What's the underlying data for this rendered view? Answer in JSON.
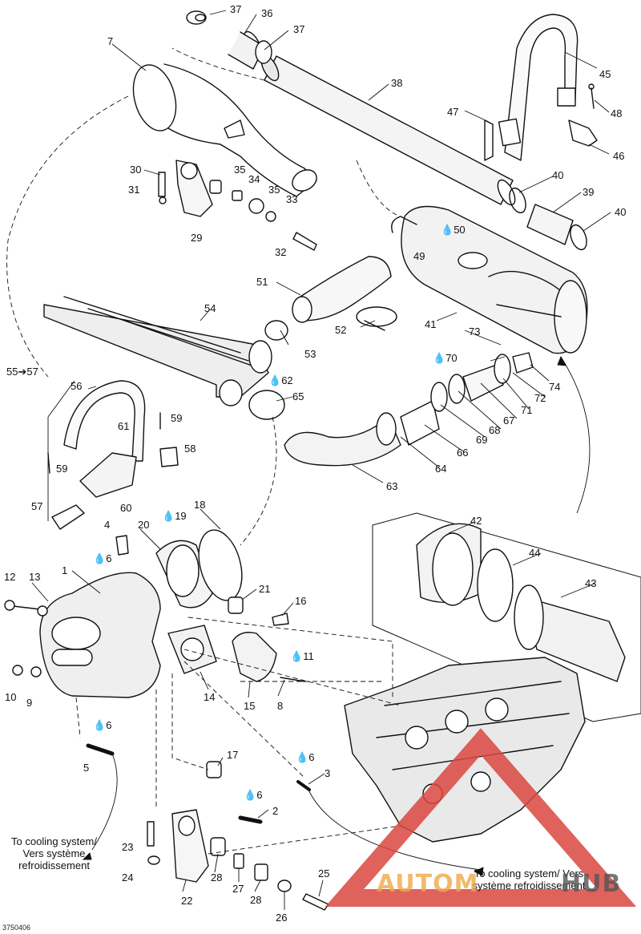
{
  "callouts": [
    {
      "id": "c37a",
      "text": "37"
    },
    {
      "id": "c36",
      "text": "36"
    },
    {
      "id": "c37b",
      "text": "37"
    },
    {
      "id": "c7",
      "text": "7"
    },
    {
      "id": "c38",
      "text": "38"
    },
    {
      "id": "c45",
      "text": "45"
    },
    {
      "id": "c48",
      "text": "48"
    },
    {
      "id": "c47",
      "text": "47"
    },
    {
      "id": "c46",
      "text": "46"
    },
    {
      "id": "c30",
      "text": "30"
    },
    {
      "id": "c35a",
      "text": "35"
    },
    {
      "id": "c34",
      "text": "34"
    },
    {
      "id": "c35b",
      "text": "35"
    },
    {
      "id": "c31",
      "text": "31"
    },
    {
      "id": "c33",
      "text": "33"
    },
    {
      "id": "c29",
      "text": "29"
    },
    {
      "id": "c40a",
      "text": "40"
    },
    {
      "id": "c39",
      "text": "39"
    },
    {
      "id": "c40b",
      "text": "40"
    },
    {
      "id": "c50",
      "text": "50"
    },
    {
      "id": "c49",
      "text": "49"
    },
    {
      "id": "c32",
      "text": "32"
    },
    {
      "id": "c51",
      "text": "51"
    },
    {
      "id": "c54",
      "text": "54"
    },
    {
      "id": "c52",
      "text": "52"
    },
    {
      "id": "c41",
      "text": "41"
    },
    {
      "id": "c73",
      "text": "73"
    },
    {
      "id": "c53",
      "text": "53"
    },
    {
      "id": "c70",
      "text": "70"
    },
    {
      "id": "c55",
      "text": "55➔57"
    },
    {
      "id": "c62",
      "text": "62"
    },
    {
      "id": "c74",
      "text": "74"
    },
    {
      "id": "c56",
      "text": "56"
    },
    {
      "id": "c65",
      "text": "65"
    },
    {
      "id": "c72",
      "text": "72"
    },
    {
      "id": "c71",
      "text": "71"
    },
    {
      "id": "c67",
      "text": "67"
    },
    {
      "id": "c68",
      "text": "68"
    },
    {
      "id": "c59a",
      "text": "59"
    },
    {
      "id": "c61",
      "text": "61"
    },
    {
      "id": "c69",
      "text": "69"
    },
    {
      "id": "c58",
      "text": "58"
    },
    {
      "id": "c66",
      "text": "66"
    },
    {
      "id": "c59b",
      "text": "59"
    },
    {
      "id": "c64",
      "text": "64"
    },
    {
      "id": "c63",
      "text": "63"
    },
    {
      "id": "c57",
      "text": "57"
    },
    {
      "id": "c60",
      "text": "60"
    },
    {
      "id": "c18",
      "text": "18"
    },
    {
      "id": "c42",
      "text": "42"
    },
    {
      "id": "c4",
      "text": "4"
    },
    {
      "id": "c20",
      "text": "20"
    },
    {
      "id": "c19",
      "text": "19"
    },
    {
      "id": "c44",
      "text": "44"
    },
    {
      "id": "c6a",
      "text": "6"
    },
    {
      "id": "c1",
      "text": "1"
    },
    {
      "id": "c43",
      "text": "43"
    },
    {
      "id": "c12",
      "text": "12"
    },
    {
      "id": "c13",
      "text": "13"
    },
    {
      "id": "c21",
      "text": "21"
    },
    {
      "id": "c16",
      "text": "16"
    },
    {
      "id": "c11",
      "text": "11"
    },
    {
      "id": "c10",
      "text": "10"
    },
    {
      "id": "c9",
      "text": "9"
    },
    {
      "id": "c14",
      "text": "14"
    },
    {
      "id": "c15",
      "text": "15"
    },
    {
      "id": "c8",
      "text": "8"
    },
    {
      "id": "c6b",
      "text": "6"
    },
    {
      "id": "c5",
      "text": "5"
    },
    {
      "id": "c17",
      "text": "17"
    },
    {
      "id": "c6c",
      "text": "6"
    },
    {
      "id": "c3",
      "text": "3"
    },
    {
      "id": "c6d",
      "text": "6"
    },
    {
      "id": "c2",
      "text": "2"
    },
    {
      "id": "c23",
      "text": "23"
    },
    {
      "id": "c24",
      "text": "24"
    },
    {
      "id": "c28a",
      "text": "28"
    },
    {
      "id": "c27",
      "text": "27"
    },
    {
      "id": "c28b",
      "text": "28"
    },
    {
      "id": "c25",
      "text": "25"
    },
    {
      "id": "c22",
      "text": "22"
    },
    {
      "id": "c26",
      "text": "26"
    }
  ],
  "notes": {
    "cooling_left": "To cooling system/ Vers système refroidissement",
    "cooling_right": "To cooling system/ Vers système refroidissement"
  },
  "figure_id": "3750406",
  "watermark": {
    "text_auto": "AUTOM",
    "text_hub": "HUB",
    "triangle_color": "#d9473f",
    "text_color_auto": "#f0a948",
    "text_color_hub": "#555555"
  }
}
